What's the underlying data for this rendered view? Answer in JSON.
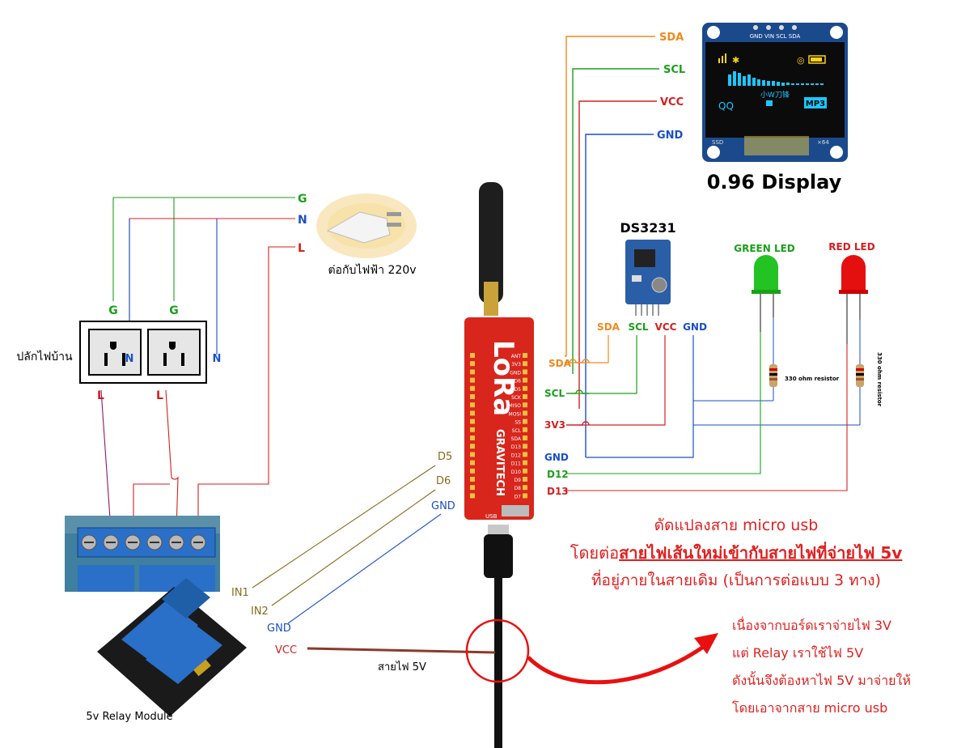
{
  "title_display": "0.96 Display",
  "rtc_title": "DS3231",
  "green_led": "GREEN LED",
  "red_led": "RED LED",
  "resistor_green": "330 ohm resistor",
  "resistor_red": "330 ohm resistor",
  "oled": {
    "pins": "GND VIN SCL SDA",
    "qq": "QQ",
    "mp3": "MP3",
    "center": "小W刀锋",
    "ssd": "SSD",
    "x64": "×64"
  },
  "oled_wires": [
    "SDA",
    "SCL",
    "VCC",
    "GND"
  ],
  "rtc_pins": [
    "SDA",
    "SCL",
    "VCC",
    "GND"
  ],
  "board_pins": [
    "SDA",
    "SCL",
    "3V3",
    "GND",
    "D12",
    "D13"
  ],
  "board": {
    "logo": "LoRa",
    "brand": "GRAVITECH",
    "pins_right": [
      "ANT",
      "3V3",
      "GND",
      "D6",
      "D5",
      "SCK",
      "MISO",
      "MOSI",
      "SS",
      "SCL",
      "SDA",
      "D13",
      "D12",
      "D11",
      "D10",
      "D9",
      "D8",
      "D7"
    ],
    "bottom": "USB"
  },
  "mains_wires": [
    "G",
    "N",
    "L"
  ],
  "plug_caption": "ต่อกับไฟฟ้า 220v",
  "outlet_label": "ปลักไฟบ้าน",
  "outlet_pins": {
    "g1": "G",
    "g2": "G",
    "n_in": "N",
    "n_out": "N",
    "l1": "L",
    "l2": "L"
  },
  "relay_signal_wires": [
    "D5",
    "D6",
    "GND"
  ],
  "relay_inputs": [
    "IN1",
    "IN2",
    "GND",
    "VCC"
  ],
  "relay_caption": "5v Relay Module",
  "power_wire_label": "สายไฟ 5V",
  "note_main": {
    "line1": "ดัดแปลงสาย micro usb",
    "line2_prefix": "โดยต่อ",
    "line2_u1": "สายไฟเส้นใหม่เข้ากับ",
    "line2_u2": "สายไฟที่จ่ายไฟ 5v",
    "line3": "ที่อยู่ภายในสายเดิม (เป็นการต่อแบบ 3 ทาง)"
  },
  "note_side": [
    "เนื่องจากบอร์ดเราจ่ายไฟ 3V",
    "แต่ Relay เราใช้ไฟ 5V",
    "ดังนั้นจึงต้องหาไฟ 5V มาจ่ายให้",
    "โดยเอาจากสาย micro usb"
  ],
  "colors": {
    "orange": "#f08a1c",
    "green": "#1aa01a",
    "red": "#d42020",
    "blue": "#1a4fc8",
    "olive": "#8a6a1a",
    "board": "#d8261c",
    "oled_bg": "#0b0b0b",
    "oled_cyan": "#19c8ff",
    "oled_yellow": "#ffd21a"
  }
}
